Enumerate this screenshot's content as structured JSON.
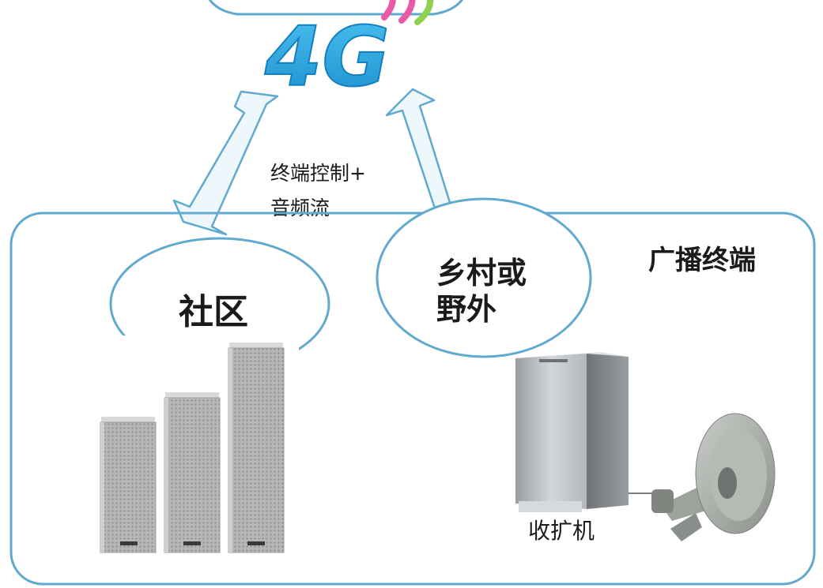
{
  "network": {
    "label": "4G"
  },
  "link": {
    "line1": "终端控制+",
    "line2": "音频流"
  },
  "terminal": {
    "title": "广播终端"
  },
  "sites": {
    "community": "社区",
    "rural_line1": "乡村或",
    "rural_line2": "野外"
  },
  "devices": {
    "amplifier_label": "收扩机"
  },
  "colors": {
    "outline": "#62a9cf",
    "arrow_fill": "#eef7fb",
    "text_4g": "#27a3de",
    "signal_pink": "#e85aa6",
    "signal_green": "#8fd14f"
  }
}
